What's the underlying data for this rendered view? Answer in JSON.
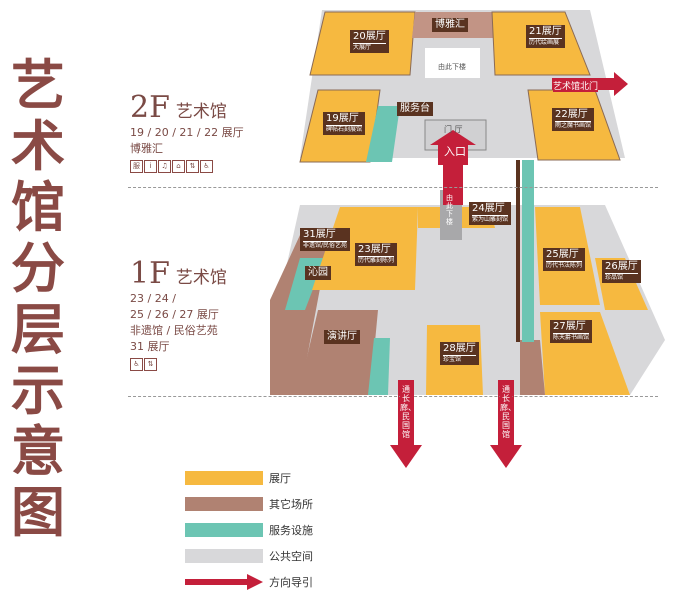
{
  "title": [
    "艺",
    "术",
    "馆",
    "分",
    "层",
    "示",
    "意",
    "图"
  ],
  "floor2": {
    "code": "2F",
    "name": "艺术馆",
    "halls": "19 / 20 / 21 / 22 展厅",
    "extra": "博雅汇",
    "icons": [
      "service-desk",
      "info",
      "audio",
      "shop",
      "elevator",
      "restroom"
    ]
  },
  "floor1": {
    "code": "1F",
    "name": "艺术馆",
    "halls1": "23 / 24 /",
    "halls2": "25 / 26 / 27 展厅",
    "extra": "非遗馆 / 民俗艺苑",
    "extra2": "31 展厅",
    "icons": [
      "restroom",
      "elevator"
    ]
  },
  "rooms": {
    "r20": {
      "name": "20展厅",
      "sub": "大展厅"
    },
    "r21": {
      "name": "21展厅",
      "sub": "历代绘画展"
    },
    "r19": {
      "name": "19展厅",
      "sub": "碑帖石刻展馆"
    },
    "r22": {
      "name": "22展厅",
      "sub": "雨之魔书画馆"
    },
    "boya": "博雅汇",
    "service": "服务台",
    "lobby": "门 厅",
    "downstairs": "由此下楼",
    "down1": "由此下楼",
    "r24": {
      "name": "24展厅",
      "sub": "紫为山雕刻馆"
    },
    "r31": {
      "name": "31展厅",
      "sub": "非遗馆/民俗艺苑"
    },
    "r23": {
      "name": "23展厅",
      "sub": "历代雕刻陈列"
    },
    "r25": {
      "name": "25展厅",
      "sub": "历代书法陈列"
    },
    "r26": {
      "name": "26展厅",
      "sub": "珍品馆"
    },
    "r27": {
      "name": "27展厅",
      "sub": "陈天爵书画馆"
    },
    "r28": {
      "name": "28展厅",
      "sub": "珍宝馆"
    },
    "garden": "沁园",
    "lecture": "演讲厅"
  },
  "arrows": {
    "north": "艺术馆北门",
    "entry": "入口",
    "left": "通长廊、民国馆",
    "right": "通长廊、民国馆"
  },
  "legend": [
    {
      "label": "展厅",
      "color": "#f6b940"
    },
    {
      "label": "其它场所",
      "color": "#b08272"
    },
    {
      "label": "服务设施",
      "color": "#6cc5b3"
    },
    {
      "label": "公共空间",
      "color": "#d8d8da"
    },
    {
      "label": "方向导引",
      "color": "#c41f3a"
    }
  ]
}
